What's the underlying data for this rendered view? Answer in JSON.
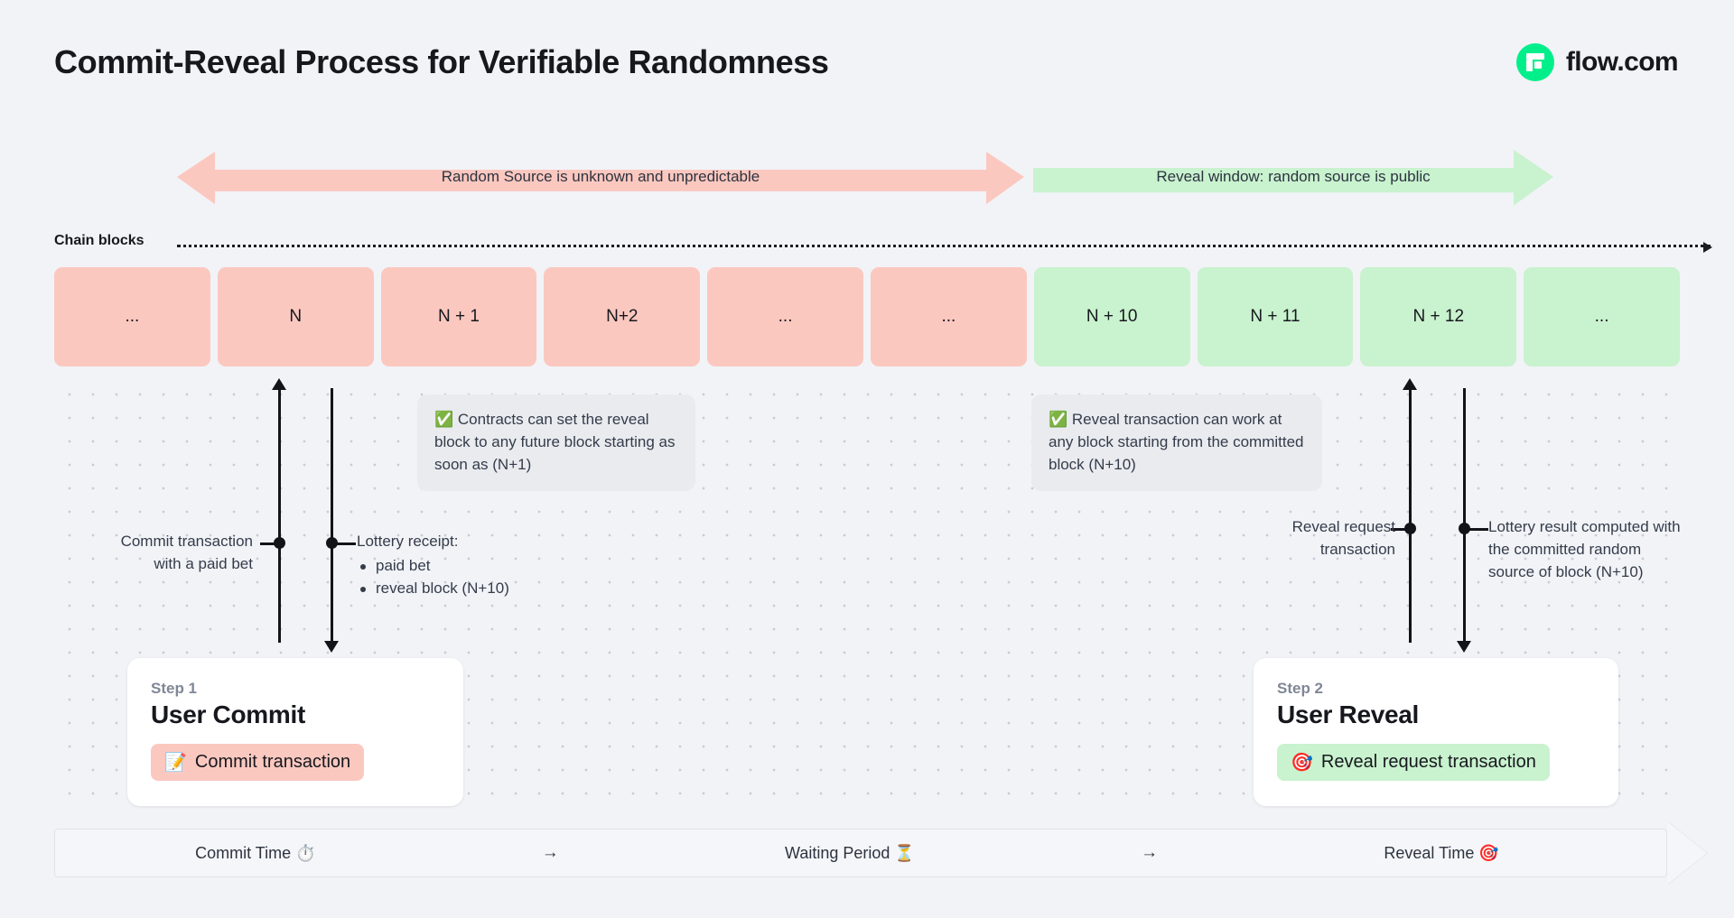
{
  "header": {
    "title": "Commit-Reveal Process for Verifiable Randomness",
    "brand_name": "flow.com",
    "brand_color": "#00ef8b"
  },
  "phases": {
    "unknown_label": "Random Source is unknown and unpredictable",
    "unknown_color": "#fbc8c0",
    "reveal_label": "Reveal window: random source is public",
    "reveal_color": "#c9f2cf"
  },
  "chain": {
    "label": "Chain blocks",
    "blocks": [
      {
        "label": "...",
        "state": "pink"
      },
      {
        "label": "N",
        "state": "pink"
      },
      {
        "label": "N + 1",
        "state": "pink"
      },
      {
        "label": "N+2",
        "state": "pink"
      },
      {
        "label": "...",
        "state": "pink"
      },
      {
        "label": "...",
        "state": "pink"
      },
      {
        "label": "N + 10",
        "state": "green"
      },
      {
        "label": "N + 11",
        "state": "green"
      },
      {
        "label": "N + 12",
        "state": "green"
      },
      {
        "label": "...",
        "state": "green"
      }
    ]
  },
  "callouts": {
    "contracts": "✅ Contracts can set the reveal block to any future block starting as soon as (N+1)",
    "reveal_tx": "✅ Reveal transaction can work at any block starting from the committed block (N+10)"
  },
  "annotations": {
    "commit_tx_line1": "Commit transaction",
    "commit_tx_line2": "with a paid bet",
    "receipt_title": "Lottery receipt:",
    "receipt_items": [
      "paid bet",
      "reveal block (N+10)"
    ],
    "reveal_request_line1": "Reveal request",
    "reveal_request_line2": "transaction",
    "lottery_result": "Lottery result computed with the committed random source of block (N+10)"
  },
  "steps": [
    {
      "eyebrow": "Step 1",
      "title": "User Commit",
      "pill_icon": "memo-icon",
      "pill_emoji": "📝",
      "pill_label": "Commit transaction",
      "pill_color": "#fbc8c0"
    },
    {
      "eyebrow": "Step 2",
      "title": "User Reveal",
      "pill_icon": "target-icon",
      "pill_emoji": "🎯",
      "pill_label": "Reveal request transaction",
      "pill_color": "#c9f2cf"
    }
  ],
  "timeline": {
    "stages": [
      {
        "label": "Commit Time ⏱️"
      },
      {
        "label": "Waiting Period ⏳"
      },
      {
        "label": "Reveal Time 🎯"
      }
    ],
    "arrow": "→"
  }
}
